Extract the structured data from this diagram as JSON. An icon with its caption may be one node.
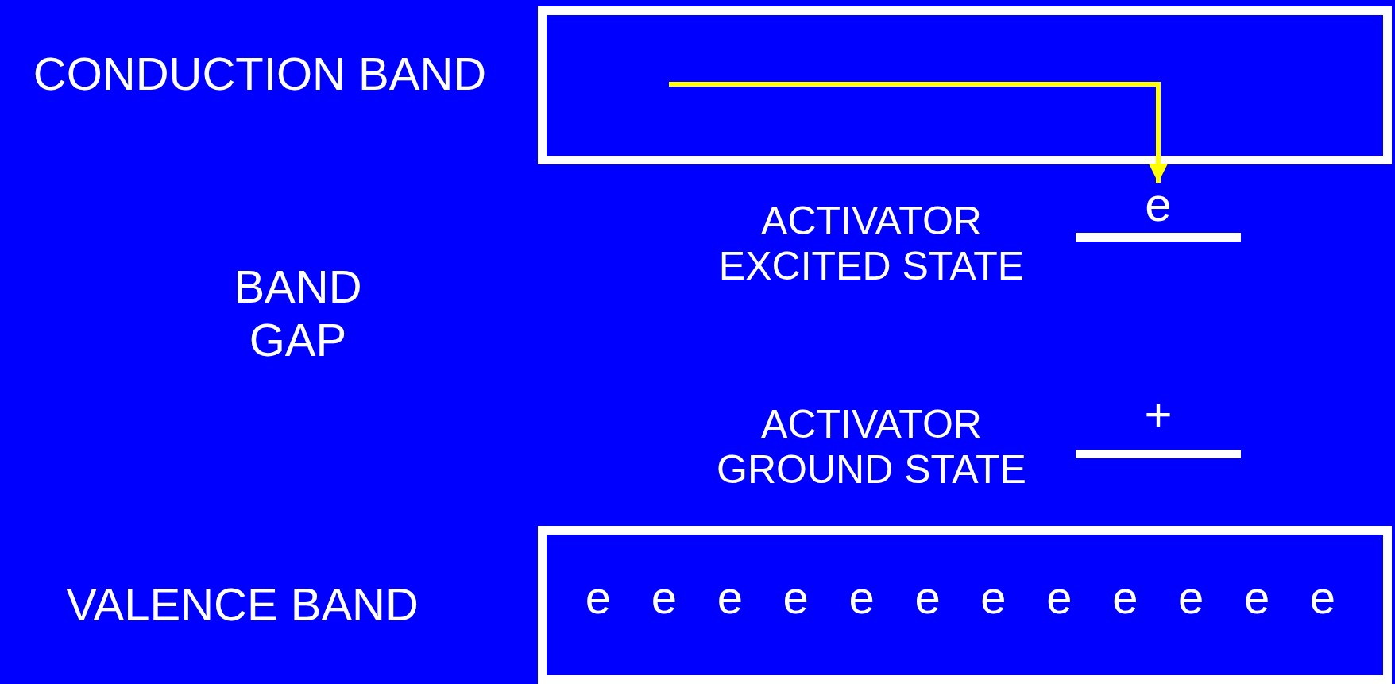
{
  "diagram": {
    "nodes": [
      {
        "text": [],
        "shape": "box"
      },
      {
        "text": [
          "e"
        ],
        "beside": [
          "ACTIVATOR EXCITED STATE"
        ]
      },
      {
        "text": [
          "+"
        ],
        "beside": [
          "ACTIVATOR GROUND STATE"
        ]
      },
      {
        "text": [
          "e",
          "e",
          "e",
          "e",
          "e",
          "e",
          "e",
          "e",
          "e",
          "e",
          "e",
          "e"
        ]
      }
    ],
    "edges": [
      {
        "from": 0,
        "to": 1,
        "arrow": "to"
      }
    ],
    "labels": [
      "CONDUCTION BAND",
      "BAND GAP",
      "VALENCE BAND"
    ]
  }
}
